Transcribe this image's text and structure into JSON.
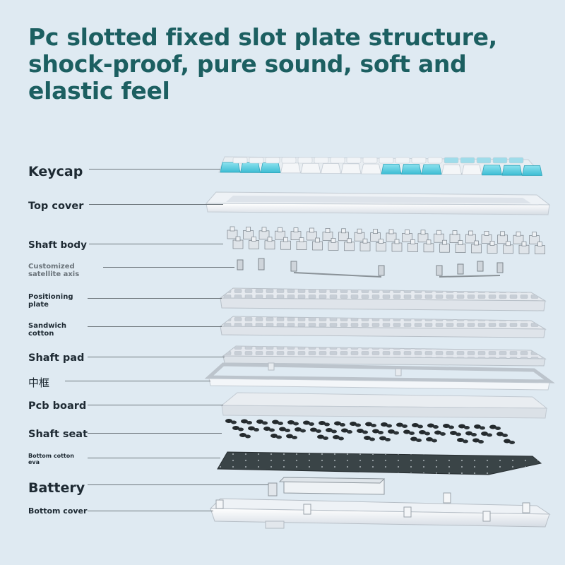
{
  "headline": {
    "line1": "Pc slotted fixed slot plate structure,",
    "line2": "shock-proof, pure sound, soft and",
    "line3": "elastic feel"
  },
  "layers": [
    {
      "id": "keycap",
      "lines": [
        "Keycap"
      ]
    },
    {
      "id": "top-cover",
      "lines": [
        "Top cover"
      ]
    },
    {
      "id": "shaft-body",
      "lines": [
        "Shaft body"
      ]
    },
    {
      "id": "satellite-axis",
      "lines": [
        "Customized",
        "satellite axis"
      ]
    },
    {
      "id": "positioning-plate",
      "lines": [
        "Positioning",
        "plate"
      ]
    },
    {
      "id": "sandwich-cotton",
      "lines": [
        "Sandwich",
        "cotton"
      ]
    },
    {
      "id": "shaft-pad",
      "lines": [
        "Shaft pad"
      ]
    },
    {
      "id": "middle-frame",
      "lines": [
        "中框"
      ]
    },
    {
      "id": "pcb-board",
      "lines": [
        "Pcb board"
      ]
    },
    {
      "id": "shaft-seat",
      "lines": [
        "Shaft seat"
      ]
    },
    {
      "id": "bottom-cotton",
      "lines": [
        "Bottom cotton",
        "eva"
      ]
    },
    {
      "id": "battery",
      "lines": [
        "Battery"
      ]
    },
    {
      "id": "bottom-cover",
      "lines": [
        "Bottom cover"
      ]
    }
  ],
  "colors": {
    "title": "#1c5f61",
    "label": "#1e2a33",
    "keycap_blue": "#63cfe0",
    "keycap_white": "#f4f6f8",
    "plate": "#e4e8ee",
    "eva": "#3a4447"
  }
}
